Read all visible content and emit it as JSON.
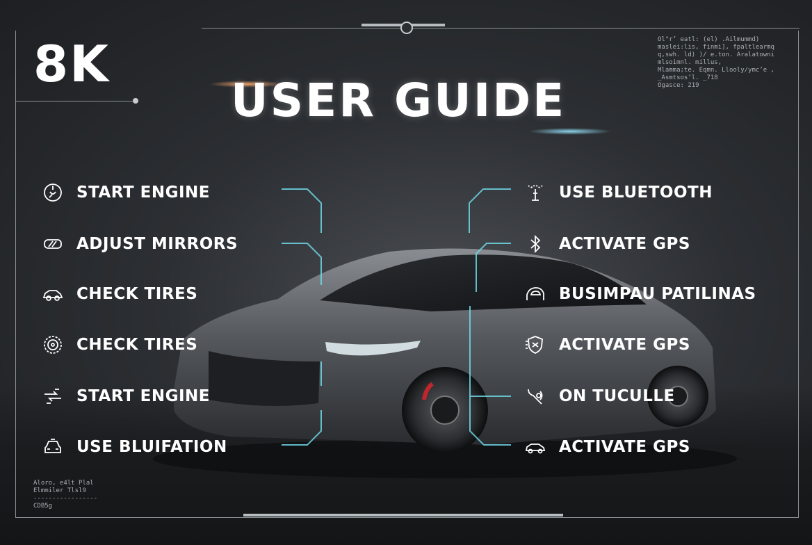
{
  "header": {
    "badge": "8K",
    "title": "USER GUIDE",
    "fine_print_top": "Ol°r’ eatl: (el) .Ailmummd)\nmaslei:lis, finmi], fpaltlearmq\nq,swh. ld) )/ e.ton. Aralatowni\nmlsoimnl. millus,\nMlamma;te. Eqmn. Llooly/ymc’e ,\n_Asmtsos‘l. _718\nOgasce: 219",
    "fine_print_bottom": "Aloro, e4lt Plal\nElmmiler Tlsl9\n-----------------\nCDB5g"
  },
  "left_menu": [
    {
      "label": "START ENGINE",
      "icon": "engine-start-icon"
    },
    {
      "label": "ADJUST MIRRORS",
      "icon": "mirror-icon"
    },
    {
      "label": "CHECK TIRES",
      "icon": "car-side-icon"
    },
    {
      "label": "CHECK TIRES",
      "icon": "tire-icon"
    },
    {
      "label": "START ENGINE",
      "icon": "wrench-arrow-icon"
    },
    {
      "label": "USE BLUIFATION",
      "icon": "car-front-icon"
    }
  ],
  "right_menu": [
    {
      "label": "USE BLUETOOTH",
      "icon": "signal-icon"
    },
    {
      "label": "ACTIVATE GPS",
      "icon": "bluetooth-icon"
    },
    {
      "label": "BUSIMPAU PATILINAS",
      "icon": "car-door-icon"
    },
    {
      "label": "ACTIVATE GPS",
      "icon": "shield-speed-icon"
    },
    {
      "label": "ON TUCULLE",
      "icon": "hook-wrench-icon"
    },
    {
      "label": "ACTIVATE GPS",
      "icon": "car-outline-icon"
    }
  ],
  "colors": {
    "accent": "#6fd8e6",
    "text": "#ffffff",
    "frame": "#8c9196"
  }
}
